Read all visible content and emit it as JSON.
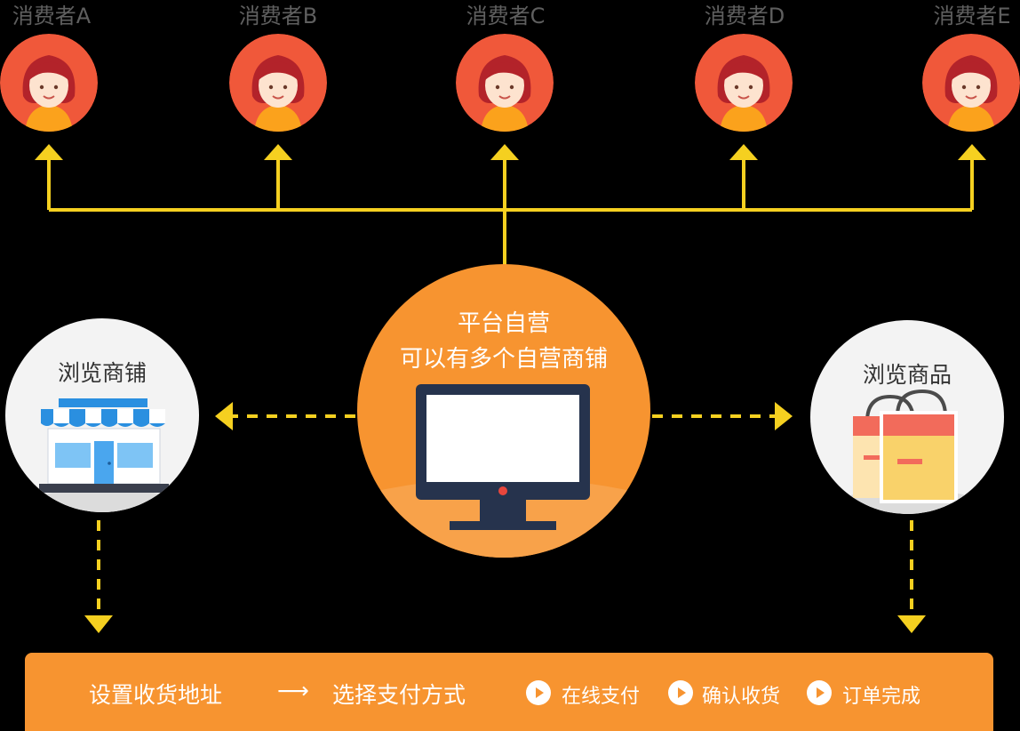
{
  "consumers": [
    {
      "label": "消费者A"
    },
    {
      "label": "消费者B"
    },
    {
      "label": "消费者C"
    },
    {
      "label": "消费者D"
    },
    {
      "label": "消费者E"
    }
  ],
  "center": {
    "line1": "平台自营",
    "line2": "可以有多个自营商铺"
  },
  "left_node": {
    "label": "浏览商铺"
  },
  "right_node": {
    "label": "浏览商品"
  },
  "flow": {
    "step1": "设置收货地址",
    "arrow": "⟶",
    "step2": "选择支付方式",
    "step3": "在线支付",
    "step4": "确认收货",
    "step5": "订单完成"
  },
  "colors": {
    "background": "#000000",
    "orange": "#f79430",
    "connector_yellow": "#f5d020",
    "avatar_red": "#f0583a"
  },
  "icons": [
    "person-avatar-icon",
    "monitor-icon",
    "storefront-icon",
    "shopping-bag-icon",
    "play-circle-icon"
  ]
}
